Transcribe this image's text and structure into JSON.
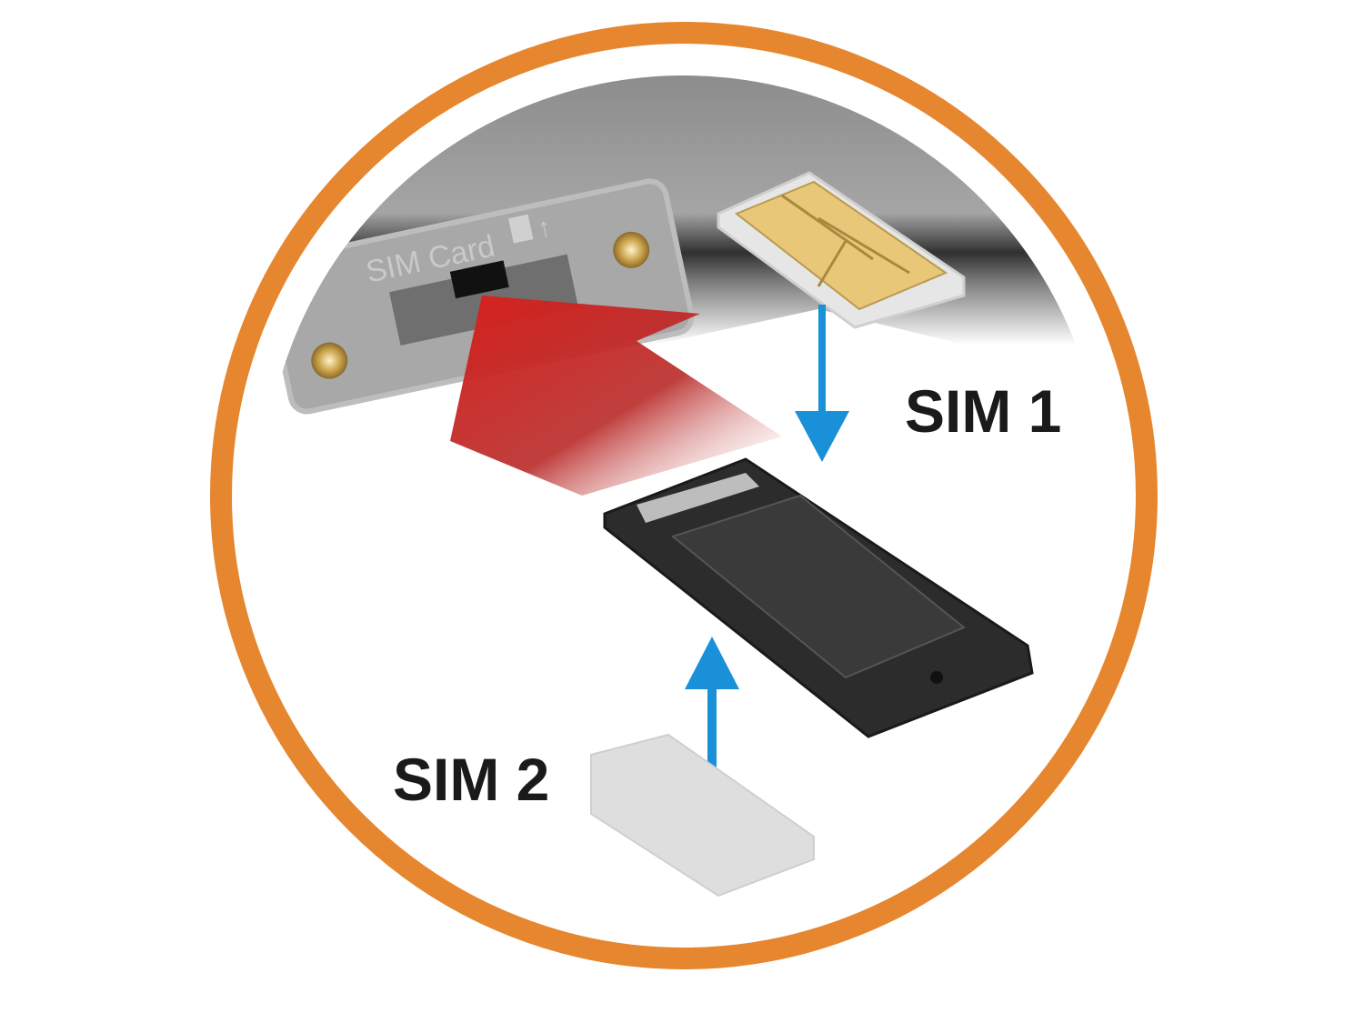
{
  "panel_label": "SIM Card",
  "labels": {
    "sim1": "SIM 1",
    "sim2": "SIM 2"
  },
  "colors": {
    "ring": "#E6862F",
    "arrow_blue": "#1A90D8",
    "arrow_red": "#D8221E",
    "device_gray": "#9C9C9C",
    "tray": "#2C2C2C",
    "chip_gold": "#E8C779"
  }
}
